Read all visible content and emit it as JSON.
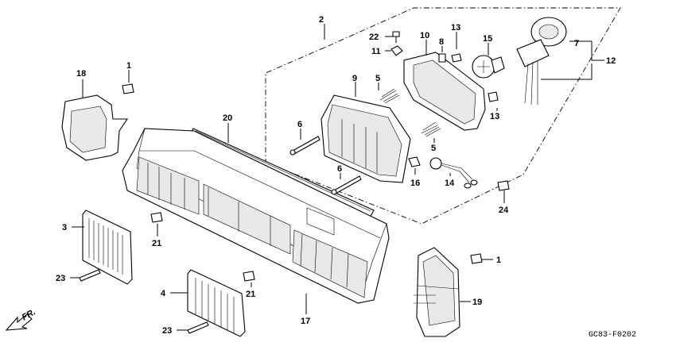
{
  "diagram_code": "GC83-F0202",
  "front_indicator": "FR.",
  "callouts": {
    "c1a": "1",
    "c1b": "1",
    "c2": "2",
    "c3": "3",
    "c4": "4",
    "c5a": "5",
    "c5b": "5",
    "c6a": "6",
    "c6b": "6",
    "c7": "7",
    "c8": "8",
    "c9": "9",
    "c10": "10",
    "c11": "11",
    "c12": "12",
    "c13a": "13",
    "c13b": "13",
    "c14": "14",
    "c15": "15",
    "c16": "16",
    "c17": "17",
    "c18": "18",
    "c19": "19",
    "c20": "20",
    "c21a": "21",
    "c21b": "21",
    "c22": "22",
    "c23a": "23",
    "c23b": "23",
    "c24": "24"
  }
}
